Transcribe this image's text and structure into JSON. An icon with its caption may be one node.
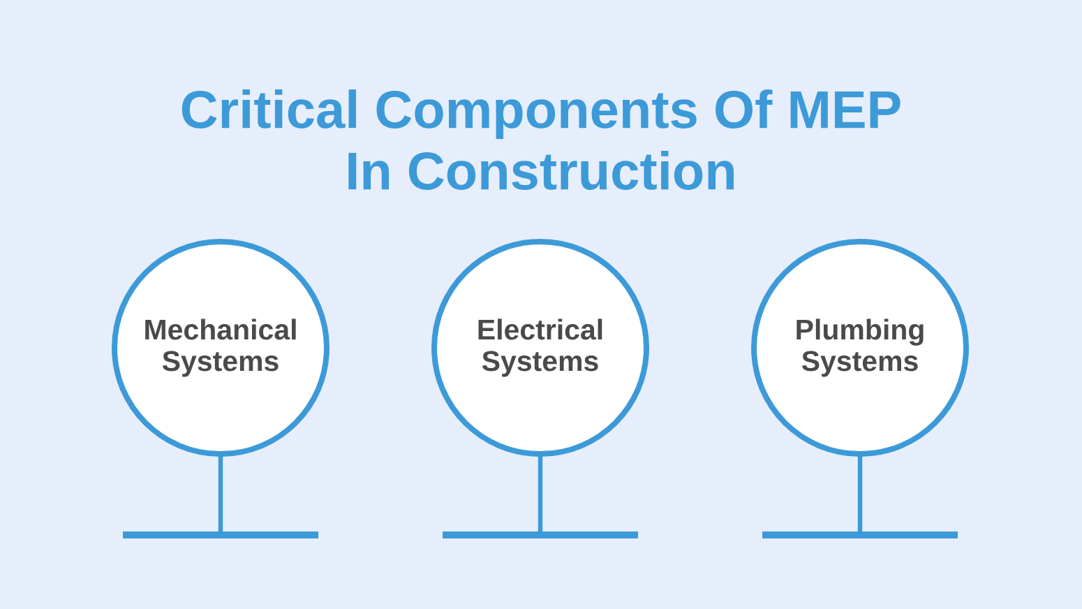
{
  "diagram": {
    "title": "Critical Components Of MEP In Construction",
    "nodes": [
      {
        "text": [
          "Mechanical Systems"
        ]
      },
      {
        "text": [
          "Electrical Systems"
        ]
      },
      {
        "text": [
          "Plumbing Systems"
        ]
      }
    ]
  }
}
